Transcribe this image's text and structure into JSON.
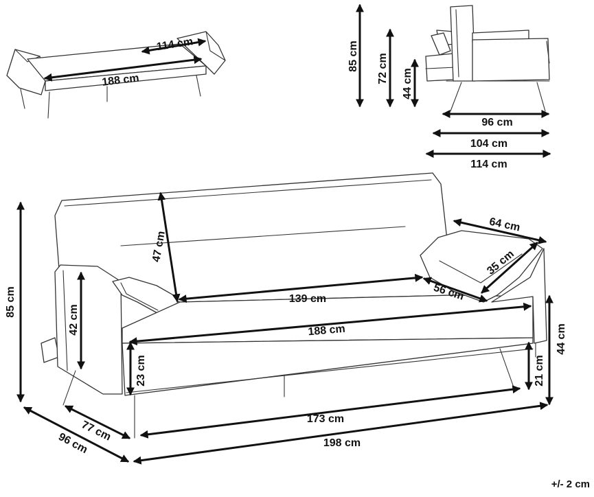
{
  "colors": {
    "drawing": "#333333",
    "dimension": "#111111",
    "background": "#ffffff"
  },
  "bed_view": {
    "width_label": "114 cm",
    "length_label": "188 cm"
  },
  "side_view": {
    "height_total": "85 cm",
    "height_back": "72 cm",
    "height_seat": "44 cm",
    "depth_seat": "96 cm",
    "depth_mid": "104 cm",
    "depth_total": "114 cm"
  },
  "main_view": {
    "height_total": "85 cm",
    "height_arm": "42 cm",
    "height_cushion": "23 cm",
    "backrest_height": "47 cm",
    "backrest_width": "139 cm",
    "pillow_length": "64 cm",
    "pillow_width": "35 cm",
    "pillow_depth": "56 cm",
    "width_inner": "188 cm",
    "width_legs": "173 cm",
    "width_total": "198 cm",
    "depth_seat": "77 cm",
    "depth_total": "96 cm",
    "height_seat": "44 cm",
    "height_legs": "21 cm"
  },
  "tolerance": "+/- 2 cm"
}
